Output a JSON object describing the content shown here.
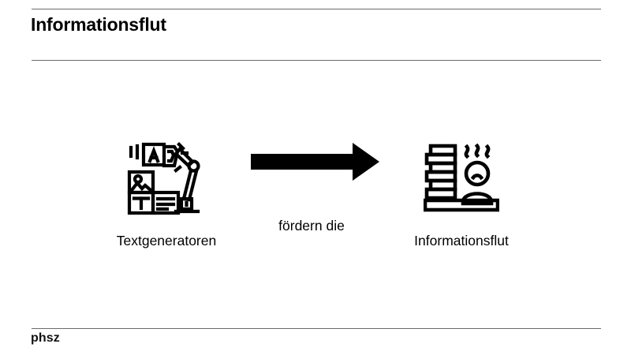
{
  "slide": {
    "title": "Informationsflut",
    "background_color": "#ffffff",
    "rule_color": "#6b6b6b",
    "ink_color": "#000000"
  },
  "diagram": {
    "type": "horizontal-flow",
    "nodes": [
      {
        "id": "textgenerators",
        "label": "Textgeneratoren",
        "icon": "robot-arm-text-generation-icon"
      },
      {
        "id": "connector",
        "label": "fördern die",
        "icon": "right-arrow-icon"
      },
      {
        "id": "informationflood",
        "label": "Informationsflut",
        "icon": "stacked-papers-stressed-person-icon"
      }
    ]
  },
  "footer": {
    "logo_text": "phsz"
  }
}
